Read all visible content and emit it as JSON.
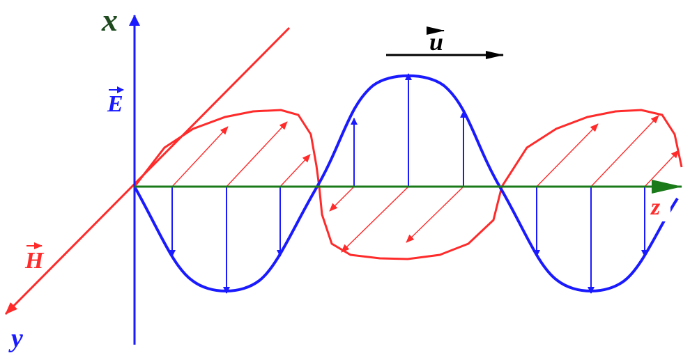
{
  "labels": {
    "x_axis": "x",
    "y_axis": "y",
    "z_axis": "z",
    "E_field": "E",
    "H_field": "H",
    "velocity": "u"
  },
  "colors": {
    "E": "#1a1aff",
    "H": "#ff2a2a",
    "z_axis": "#1a7a1a",
    "x_label": "#1f4a1f",
    "u_arrow": "#000000"
  }
}
